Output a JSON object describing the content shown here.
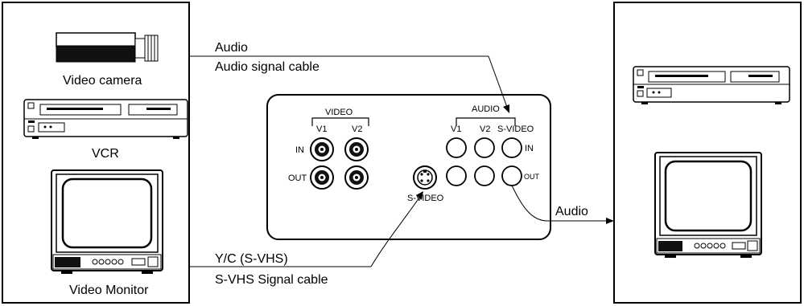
{
  "source_devices": {
    "camera_label": "Video camera",
    "vcr_label": "VCR",
    "monitor_label": "Video Monitor"
  },
  "cables": {
    "audio_top_label": "Audio",
    "audio_signal_cable_label": "Audio signal cable",
    "yc_label": "Y/C (S-VHS)",
    "svhs_signal_cable_label": "S-VHS Signal cable",
    "audio_out_label": "Audio"
  },
  "panel": {
    "video_group_label": "VIDEO",
    "video_v1": "V1",
    "video_v2": "V2",
    "audio_group_label": "AUDIO",
    "audio_v1": "V1",
    "audio_v2": "V2",
    "audio_svideo": "S-VIDEO",
    "in_label": "IN",
    "out_label": "OUT",
    "audio_in_label": "IN",
    "audio_out_label": "OUT",
    "svideo_jack_label": "S-VIDEO"
  }
}
